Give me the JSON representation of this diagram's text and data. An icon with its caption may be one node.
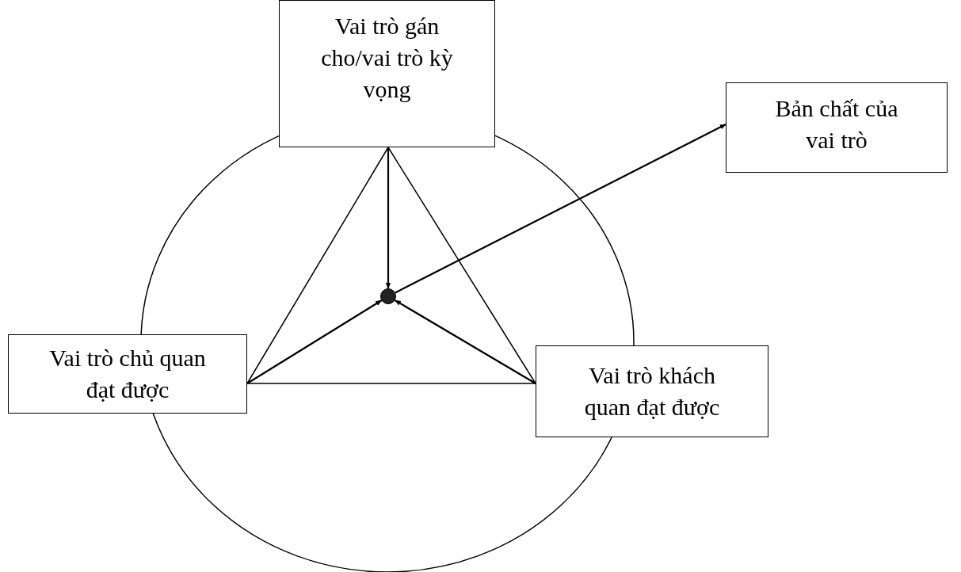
{
  "diagram": {
    "nodes": [
      {
        "text": [
          "Vai trò gán cho/vai trò kỳ vọng"
        ]
      },
      {
        "text": [
          "Bản chất của vai trò"
        ]
      },
      {
        "text": [
          "Vai trò chủ quan đạt được"
        ]
      },
      {
        "text": [
          "Vai trò khách quan đạt được"
        ]
      },
      {
        "text": [],
        "shape": "circle"
      }
    ],
    "edges": [
      {
        "from": 0,
        "to": 4,
        "arrow": "to"
      },
      {
        "from": 2,
        "to": 4,
        "arrow": "to"
      },
      {
        "from": 3,
        "to": 4,
        "arrow": "to"
      },
      {
        "from": 4,
        "to": 1,
        "arrow": "to"
      },
      {
        "from": 0,
        "to": 2,
        "arrow": "none"
      },
      {
        "from": 0,
        "to": 3,
        "arrow": "none"
      },
      {
        "from": 2,
        "to": 3,
        "arrow": "none"
      }
    ]
  }
}
